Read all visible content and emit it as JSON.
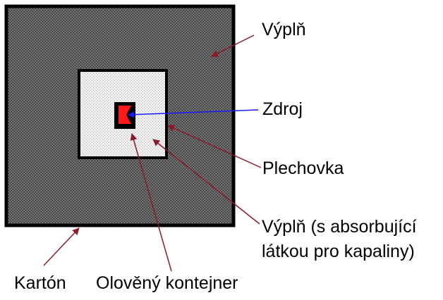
{
  "labels": {
    "fill_outer": "Výplň",
    "source": "Zdroj",
    "can": "Plechovka",
    "fill_absorbent_line1": "Výplň (s absorbující",
    "fill_absorbent_line2": "látkou pro kapaliny)",
    "carton": "Kartón",
    "lead_container": "Olověný kontejner"
  },
  "colors": {
    "carton_fill": "#5c5c5c",
    "carton_border": "#000000",
    "can_fill": "#ececec",
    "can_border": "#000000",
    "lead_container_fill": "#000000",
    "source_fill": "#ff1a1a",
    "source_pointer_arrow": "#1a1aff",
    "leader_arrow": "#8b1a2b",
    "text": "#000000"
  }
}
